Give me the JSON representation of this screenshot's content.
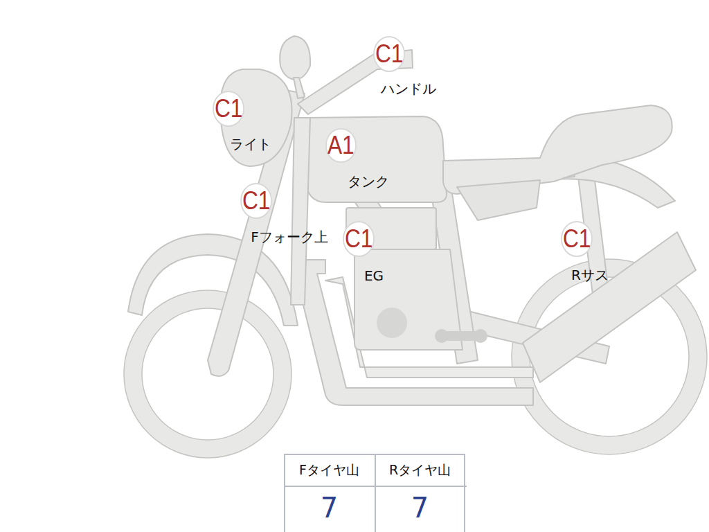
{
  "diagram": {
    "nodes": [
      {
        "text": [
          "C1",
          "ハンドル"
        ]
      },
      {
        "text": [
          "C1",
          "ライト"
        ]
      },
      {
        "text": [
          "A1",
          "タンク"
        ]
      },
      {
        "text": [
          "C1",
          "Fフォーク上"
        ]
      },
      {
        "text": [
          "C1",
          "EG"
        ]
      },
      {
        "text": [
          "C1",
          "Rサス"
        ]
      }
    ],
    "labels": [
      "Fタイヤ山",
      "Rタイヤ山",
      "7",
      "7"
    ]
  }
}
